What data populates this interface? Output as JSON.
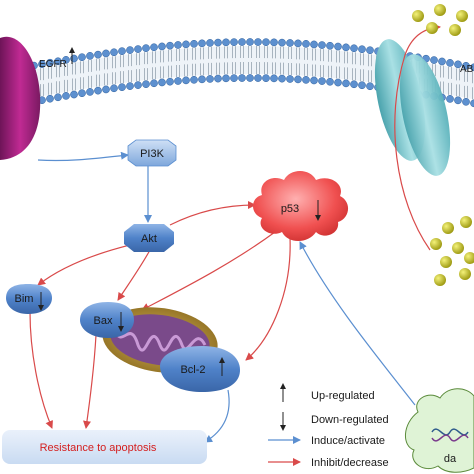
{
  "receptors": {
    "egfr_label": "EGFR",
    "abc_label_partial": "AB"
  },
  "nodes": {
    "pi3k": "PI3K",
    "akt": "Akt",
    "p53": "p53",
    "bim": "Bim",
    "bax": "Bax",
    "bcl2": "Bcl-2",
    "outcome": "Resistance to apoptosis",
    "dna_partial": "da"
  },
  "legend": {
    "up": "Up-regulated",
    "down": "Down-regulated",
    "induce": "Induce/activate",
    "inhibit": "Inhibit/decrease"
  },
  "colors": {
    "induce_arrow": "#5b8fd0",
    "inhibit_arrow": "#d94a4a",
    "node_blue": "#4f82c9",
    "p53_red": "#e23a3a",
    "egfr_purple": "#a3237e",
    "abc_teal": "#7fc8cf",
    "drug_yellow": "#c9c41a"
  }
}
